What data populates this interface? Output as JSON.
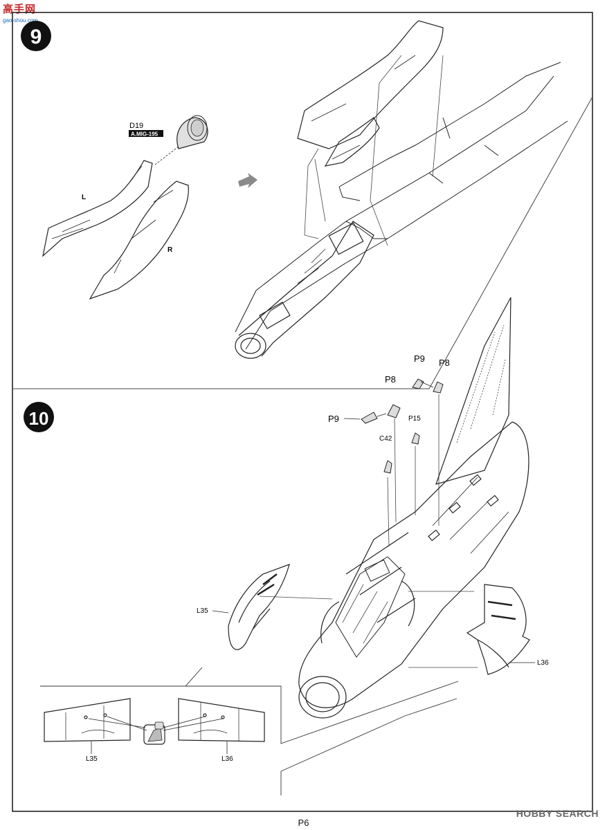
{
  "watermark_top": {
    "main": "高手网",
    "sub": "gao-shou.com"
  },
  "watermark_bottom": "HOBBY SEARCH",
  "page_number": "P6",
  "step9": {
    "number": "9",
    "part_d19": "D19",
    "part_d19_tag": "A.MIG-195",
    "label_left": "L",
    "label_right": "R"
  },
  "step10": {
    "number": "10",
    "parts": {
      "p9_top": "P9",
      "p8_top": "P8",
      "p8_mid": "P8",
      "p9_mid": "P9",
      "p15": "P15",
      "c42": "C42",
      "l35": "L35",
      "l36": "L36",
      "l35_detail": "L35",
      "l36_detail": "L36"
    }
  }
}
